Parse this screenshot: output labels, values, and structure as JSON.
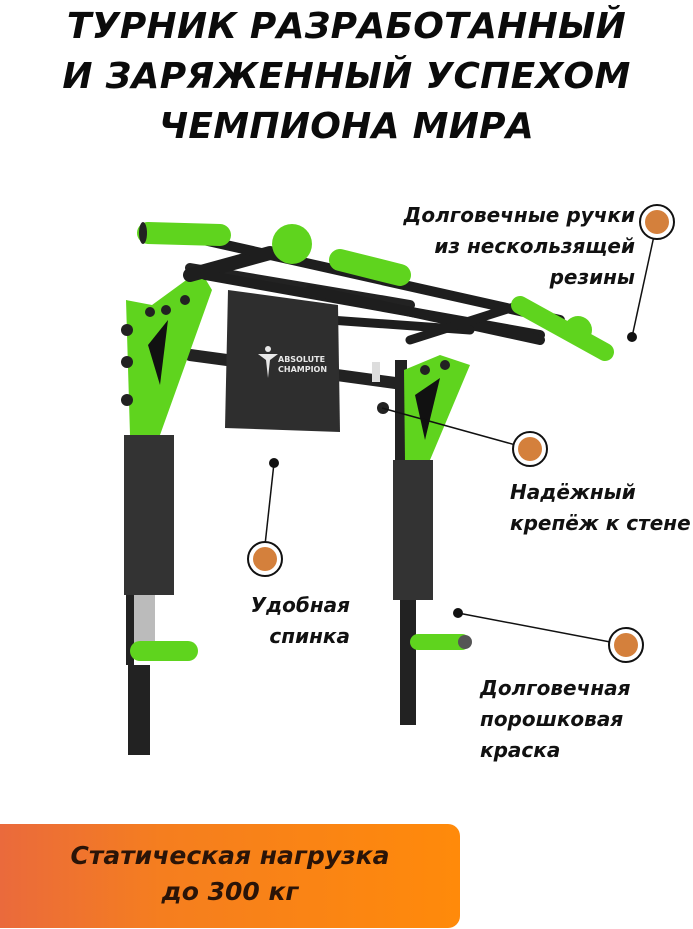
{
  "headline": {
    "lines": [
      "ТУРНИК РАЗРАБОТАННЫЙ",
      "И ЗАРЯЖЕННЫЙ УСПЕХОМ",
      "ЧЕМПИОНА МИРА"
    ]
  },
  "product": {
    "name": "wall-mounted pull-up bar",
    "brand_logo_text": [
      "ABSOLUTE",
      "CHAMPION"
    ],
    "colors": {
      "frame_green": "#5fd41e",
      "metal_black": "#1e1e1e",
      "pad_gray": "#3a3a3a"
    }
  },
  "callouts": [
    {
      "id": "handles",
      "lines": [
        "Долговечные ручки",
        "из нескользящей",
        "резины"
      ]
    },
    {
      "id": "wall-mount",
      "lines": [
        "Надёжный",
        "крепёж к стене"
      ]
    },
    {
      "id": "back-pad",
      "lines": [
        "Удобная",
        "спинка"
      ]
    },
    {
      "id": "paint",
      "lines": [
        "Долговечная",
        "порошковая",
        "краска"
      ]
    }
  ],
  "marker_colors": {
    "fill": "#d4803c",
    "ring": "#111111",
    "line": "#111111"
  },
  "badge": {
    "lines": [
      "Статическая нагрузка",
      "до 300 кг"
    ],
    "gradient": [
      "#ea6a3c",
      "#ff8a0a"
    ]
  }
}
